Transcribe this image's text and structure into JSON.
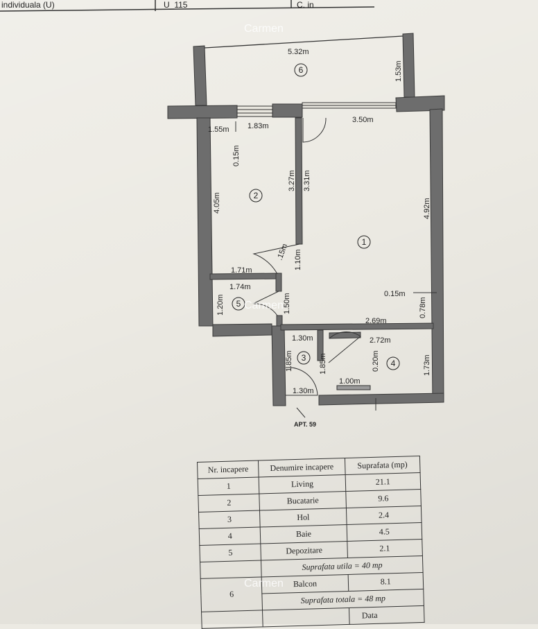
{
  "header": {
    "left": "individuala (U)",
    "code": "U_115",
    "right": "C. in"
  },
  "watermarks": [
    "Carmen",
    "Carmen",
    "Carmen"
  ],
  "plan": {
    "apt_label": "APT. 59",
    "room_numbers": [
      "1",
      "2",
      "3",
      "4",
      "5",
      "6"
    ],
    "dims": {
      "balcony_width": "5.32m",
      "balcony_depth": "1.53m",
      "kitchen_top_a": "1.55m",
      "kitchen_top_b": "1.83m",
      "living_top": "3.50m",
      "wall_015_a": "0.15m",
      "kitchen_left": "4.05m",
      "kitchen_right": "3.27m",
      "living_left": "3.31m",
      "living_right": "4.92m",
      "door_015": ".15m",
      "door_110": "1.10m",
      "kitchen_bottom": "1.71m",
      "storage_top": "1.74m",
      "storage_left": "1.20m",
      "storage_right": "1.50m",
      "wall_015_b": "0.15m",
      "living_bottom": "2.69m",
      "bath_side": "0.78m",
      "hall_top": "1.30m",
      "bath_top": "2.72m",
      "hall_left": "1.85m",
      "hall_right": "1.85m",
      "bath_door": "0.20m",
      "bath_right": "1.73m",
      "bath_bottom": "1.00m",
      "hall_bottom": "1.30m"
    }
  },
  "table": {
    "headers": [
      "Nr. incapere",
      "Denumire incapere",
      "Suprafata (mp)"
    ],
    "rows": [
      {
        "nr": "1",
        "name": "Living",
        "area": "21.1"
      },
      {
        "nr": "2",
        "name": "Bucatarie",
        "area": "9.6"
      },
      {
        "nr": "3",
        "name": "Hol",
        "area": "2.4"
      },
      {
        "nr": "4",
        "name": "Baie",
        "area": "4.5"
      },
      {
        "nr": "5",
        "name": "Depozitare",
        "area": "2.1"
      }
    ],
    "util": "Suprafata utila = 40 mp",
    "balcony": {
      "nr": "6",
      "name": "Balcon",
      "area": "8.1"
    },
    "total": "Suprafata totala = 48 mp",
    "footer_right": "Data"
  }
}
